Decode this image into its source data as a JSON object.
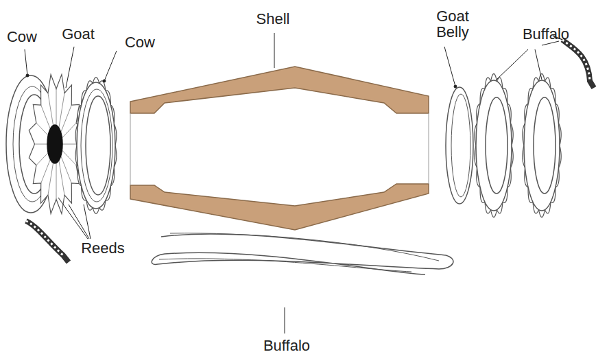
{
  "diagram": {
    "labels": [
      "Cow",
      "Goat",
      "Cow",
      "Shell",
      "Goat Belly",
      "Buffalo",
      "Reeds",
      "Buffalo"
    ]
  }
}
